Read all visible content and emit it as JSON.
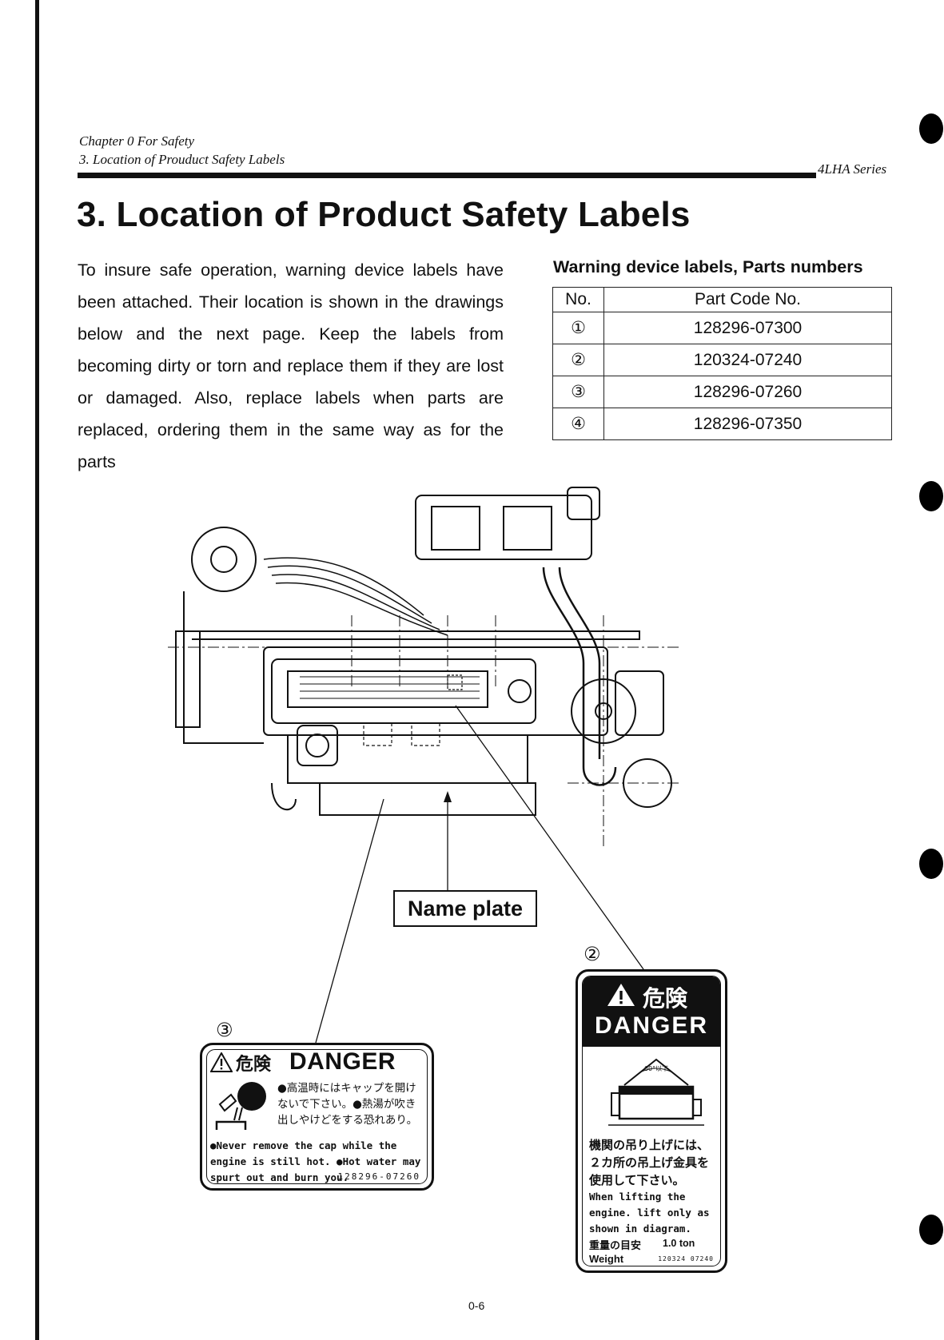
{
  "header": {
    "chapter": "Chapter 0 For Safety",
    "section": "3. Location of Prouduct Safety Labels",
    "series": "4LHA Series"
  },
  "title": "3. Location of Product Safety Labels",
  "intro": "To insure safe operation, warning device labels have been attached.  Their location is shown in the drawings below and the next page. Keep the labels from becoming dirty or torn and replace them if they are lost or damaged. Also, replace labels when parts are replaced, ordering them in the same way as for the parts",
  "parts_table": {
    "caption": "Warning device labels, Parts numbers",
    "headers": [
      "No.",
      "Part Code No."
    ],
    "rows": [
      {
        "no": "①",
        "code": "128296-07300"
      },
      {
        "no": "②",
        "code": "120324-07240"
      },
      {
        "no": "③",
        "code": "128296-07260"
      },
      {
        "no": "④",
        "code": "128296-07350"
      }
    ]
  },
  "figure": {
    "name_plate": "Name plate",
    "callout_2": "②",
    "callout_3": "③"
  },
  "label_3": {
    "head_jp": "危険",
    "head_en": "DANGER",
    "jp_text": "●高温時にはキャップを開けないで下さい。●熱湯が吹き出しやけどをする恐れあり。",
    "en_text": "●Never remove the cap while the engine is still hot.  ●Hot water may spurt out and burn you.",
    "code": "128296-07260"
  },
  "label_2": {
    "head_jp": "危険",
    "head_en": "DANGER",
    "angle": "60°以下",
    "jp_text": "機関の吊り上げには、２カ所の吊上げ金具を使用して下さい。",
    "en_text": "When lifting the engine. lift only as shown in diagram.",
    "weight_jp": "重量の目安",
    "weight_value": "1.0 ton",
    "weight_en": "Weight",
    "code": "120324 07240"
  },
  "page_number": "0-6"
}
